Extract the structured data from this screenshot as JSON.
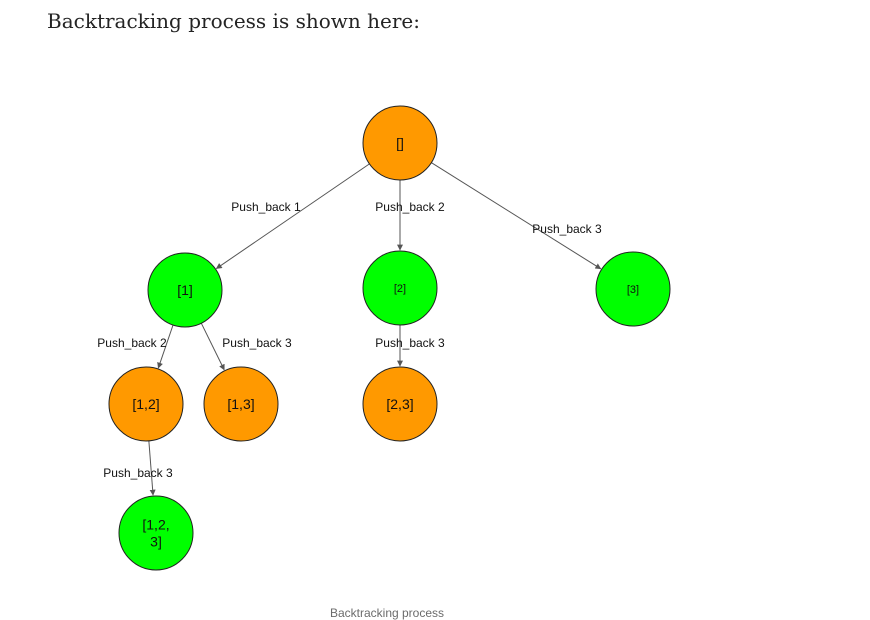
{
  "heading": "Backtracking process is shown here:",
  "caption": "Backtracking process",
  "colors": {
    "orange": "#ff9900",
    "green": "#00ff00",
    "edge": "#555555",
    "node_stroke": "#222222",
    "label": "#111111"
  },
  "tree": {
    "nodes": [
      {
        "id": "root",
        "label": "[]",
        "color": "orange"
      },
      {
        "id": "n1",
        "label": "[1]",
        "color": "green"
      },
      {
        "id": "n2",
        "label": "[2]",
        "color": "green"
      },
      {
        "id": "n3",
        "label": "[3]",
        "color": "green"
      },
      {
        "id": "n12",
        "label": "[1,2]",
        "color": "orange"
      },
      {
        "id": "n13",
        "label": "[1,3]",
        "color": "orange"
      },
      {
        "id": "n23",
        "label": "[2,3]",
        "color": "orange"
      },
      {
        "id": "n123",
        "label_lines": [
          "[1,2,",
          "3]"
        ],
        "color": "green"
      }
    ],
    "edges": [
      {
        "from": "root",
        "to": "n1",
        "label": "Push_back 1"
      },
      {
        "from": "root",
        "to": "n2",
        "label": "Push_back 2"
      },
      {
        "from": "root",
        "to": "n3",
        "label": "Push_back 3"
      },
      {
        "from": "n1",
        "to": "n12",
        "label": "Push_back 2"
      },
      {
        "from": "n1",
        "to": "n13",
        "label": "Push_back 3"
      },
      {
        "from": "n2",
        "to": "n23",
        "label": "Push_back 3"
      },
      {
        "from": "n12",
        "to": "n123",
        "label": "Push_back 3"
      }
    ]
  }
}
